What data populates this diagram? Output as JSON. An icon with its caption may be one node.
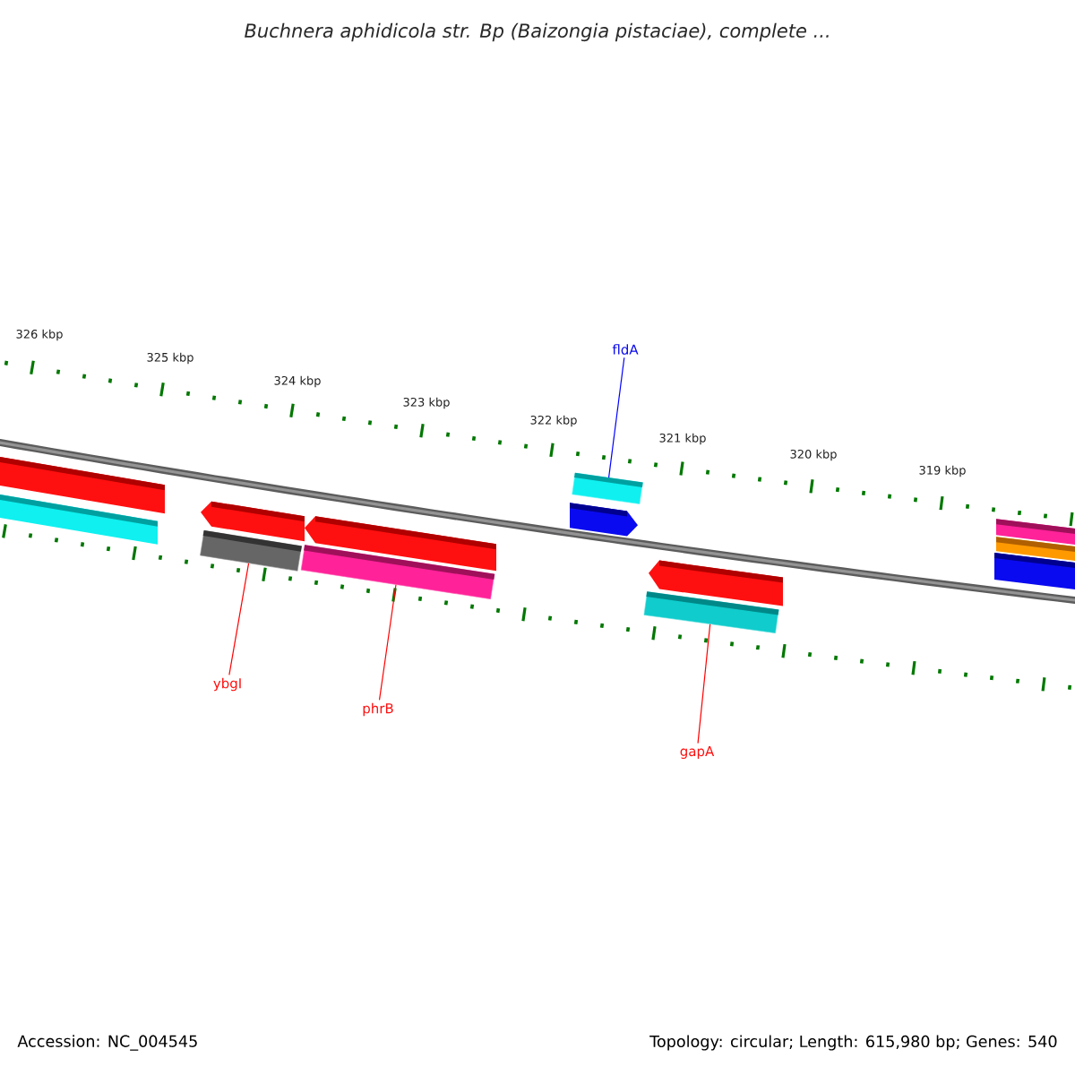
{
  "diagram": {
    "title": "Buchnera aphidicola str. Bp (Baizongia pistaciae), complete ...",
    "nodes": [
      {
        "text": [
          "fldA"
        ]
      },
      {
        "text": [],
        "shape": "bar"
      },
      {
        "text": [
          "ybgI"
        ]
      },
      {
        "text": [],
        "shape": "bar"
      },
      {
        "text": [
          "phrB"
        ]
      },
      {
        "text": [],
        "shape": "bar"
      },
      {
        "text": [
          "gapA"
        ]
      },
      {
        "text": [],
        "shape": "bar"
      }
    ],
    "edges": [
      {
        "from": 0,
        "to": 1,
        "arrow": "none",
        "color": "#0000ff"
      },
      {
        "from": 2,
        "to": 3,
        "arrow": "none"
      },
      {
        "from": 4,
        "to": 5,
        "arrow": "none"
      },
      {
        "from": 6,
        "to": 7,
        "arrow": "none"
      }
    ],
    "labels": [
      "326 kbp",
      "325 kbp",
      "324 kbp",
      "323 kbp",
      "322 kbp",
      "321 kbp",
      "320 kbp",
      "319 kbp",
      "Accession: NC_004545",
      "Topology: circular; Length: 615,980 bp; Genes: 540"
    ]
  }
}
